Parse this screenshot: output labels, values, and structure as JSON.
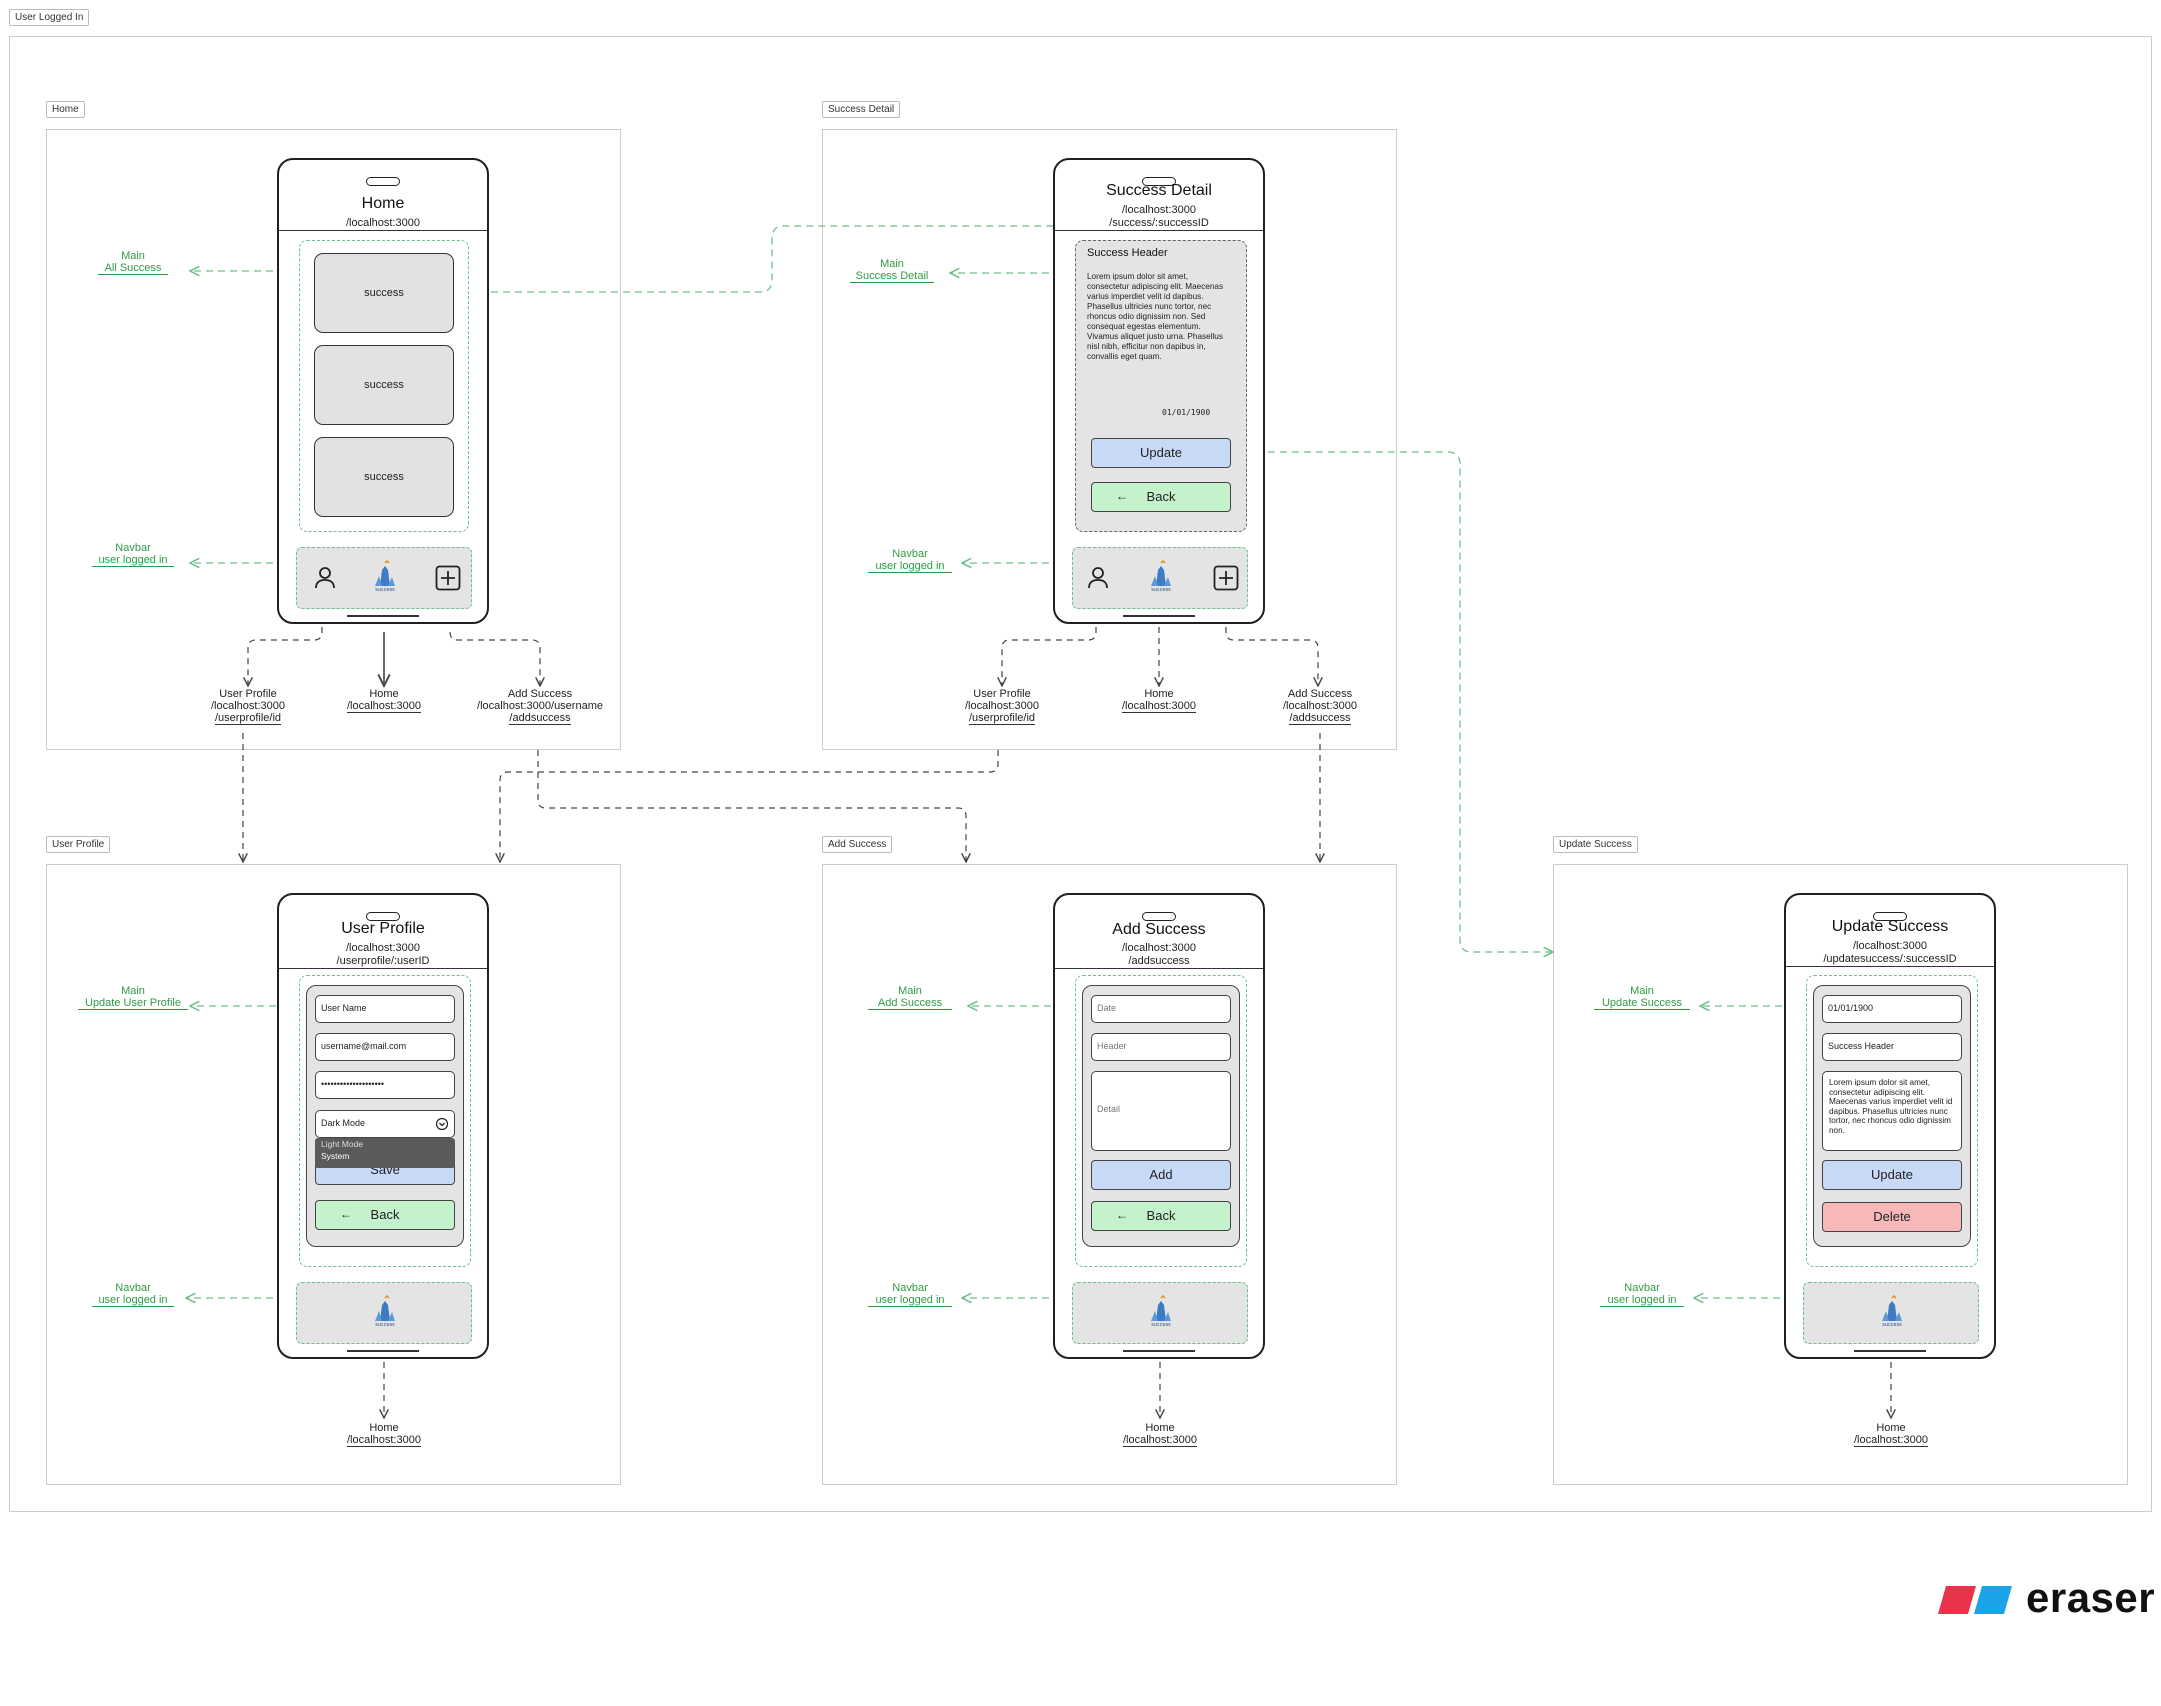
{
  "outer_label": "User Logged In",
  "frames": {
    "home": "Home",
    "success_detail": "Success Detail",
    "user_profile": "User Profile",
    "add_success": "Add Success",
    "update_success": "Update Success"
  },
  "home": {
    "title": "Home",
    "url": "/localhost:3000",
    "cards": [
      "success",
      "success",
      "success"
    ],
    "ann_main": [
      "Main",
      "All Success"
    ],
    "ann_nav": [
      "Navbar",
      "user logged in"
    ],
    "routes": {
      "profile": [
        "User Profile",
        "/localhost:3000",
        "/userprofile/id"
      ],
      "home": [
        "Home",
        "/localhost:3000"
      ],
      "add": [
        "Add Success",
        "/localhost:3000/username",
        "/addsuccess"
      ]
    }
  },
  "detail": {
    "title": "Success Detail",
    "url": [
      "/localhost:3000",
      "/success/:successID"
    ],
    "header": "Success Header",
    "body": "Lorem ipsum dolor sit amet, consectetur adipiscing elit. Maecenas varius imperdiet velit id dapibus. Phasellus ultricies nunc tortor, nec rhoncus odio dignissim non. Sed consequat egestas elementum. Vivamus aliquet justo urna. Phasellus nisl nibh, efficitur non dapibus in, convallis eget quam.",
    "date": "01/01/1900",
    "update_label": "Update",
    "back_label": "Back",
    "ann_main": [
      "Main",
      "Success Detail"
    ],
    "ann_nav": [
      "Navbar",
      "user logged in"
    ],
    "routes": {
      "profile": [
        "User Profile",
        "/localhost:3000",
        "/userprofile/id"
      ],
      "home": [
        "Home",
        "/localhost:3000"
      ],
      "add": [
        "Add Success",
        "/localhost:3000",
        "/addsuccess"
      ]
    }
  },
  "profile": {
    "title": "User Profile",
    "url": [
      "/localhost:3000",
      "/userprofile/:userID"
    ],
    "username": "User Name",
    "email": "username@mail.com",
    "password": "••••••••••••••••••••",
    "theme_selected": "Dark Mode",
    "theme_options": [
      "Light Mode",
      "System"
    ],
    "save_label": "Save",
    "back_label": "Back",
    "ann_main": [
      "Main",
      "Update User Profile"
    ],
    "ann_nav": [
      "Navbar",
      "user logged in"
    ],
    "route_home": [
      "Home",
      "/localhost:3000"
    ]
  },
  "add": {
    "title": "Add Success",
    "url": [
      "/localhost:3000",
      "/addsuccess"
    ],
    "date_placeholder": "Date",
    "header_placeholder": "Header",
    "detail_placeholder": "Detail",
    "add_label": "Add",
    "back_label": "Back",
    "ann_main": [
      "Main",
      "Add Success"
    ],
    "ann_nav": [
      "Navbar",
      "user logged in"
    ],
    "route_home": [
      "Home",
      "/localhost:3000"
    ]
  },
  "update": {
    "title": "Update Success",
    "url": [
      "/localhost:3000",
      "/updatesuccess/:successID"
    ],
    "date": "01/01/1900",
    "header": "Success Header",
    "body": "Lorem ipsum dolor sit amet, consectetur adipiscing elit. Maecenas varius imperdiet velit id dapibus. Phasellus ultricies nunc tortor, nec rhoncus odio dignissim non.",
    "update_label": "Update",
    "delete_label": "Delete",
    "ann_main": [
      "Main",
      "Update Success"
    ],
    "ann_nav": [
      "Navbar",
      "user logged in"
    ],
    "route_home": [
      "Home",
      "/localhost:3000"
    ]
  },
  "logo_text": "eraser",
  "logo_badge_text": "success",
  "colors": {
    "annotation_green": "#2f9a46",
    "dashed_green": "#6cbf8a",
    "button_blue": "#c8d9f8",
    "button_green": "#c3f2cc",
    "button_red": "#f6b8b8",
    "logo_red": "#e8334a",
    "logo_blue": "#1aa3e8"
  }
}
